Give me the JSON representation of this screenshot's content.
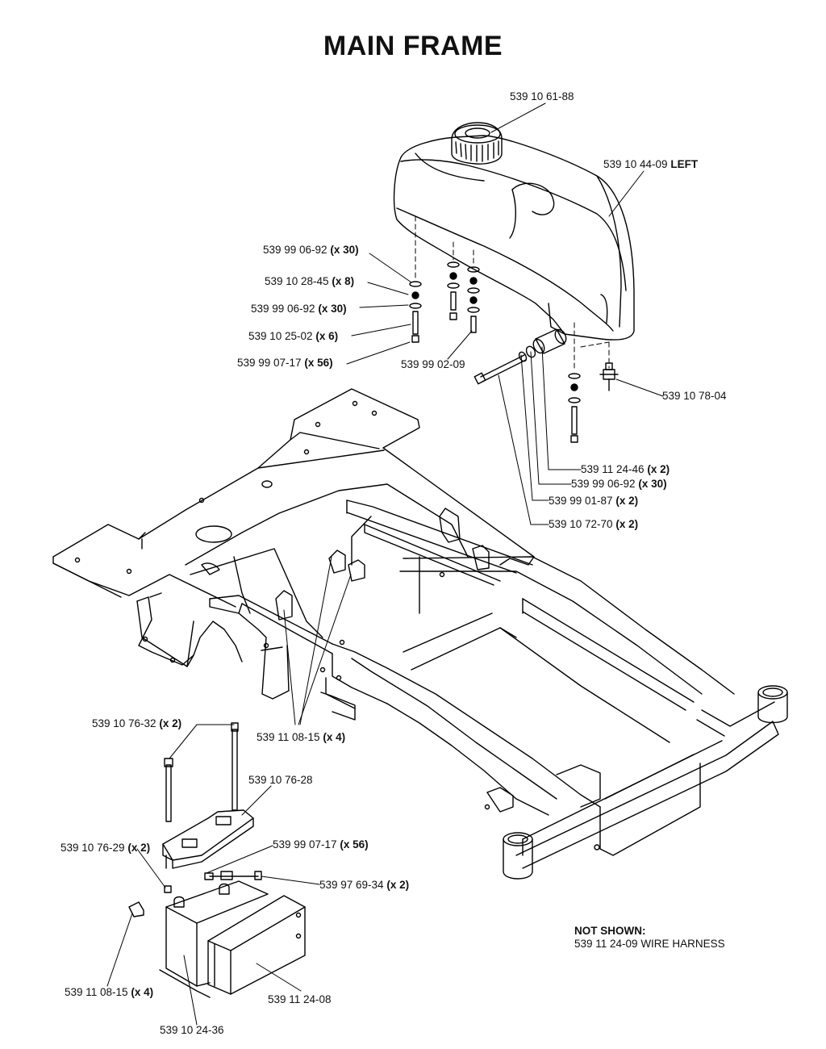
{
  "title": "MAIN FRAME",
  "callouts": [
    {
      "part": "539 10 61-88",
      "qty": ""
    },
    {
      "part": "539 10 44-09",
      "qty": "LEFT"
    },
    {
      "part": "539 99 06-92",
      "qty": "(x 30)"
    },
    {
      "part": "539 10 28-45",
      "qty": "(x 8)"
    },
    {
      "part": "539 99 06-92",
      "qty": "(x 30)"
    },
    {
      "part": "539 10 25-02",
      "qty": "(x 6)"
    },
    {
      "part": "539 99 07-17",
      "qty": "(x 56)"
    },
    {
      "part": "539 99 02-09",
      "qty": ""
    },
    {
      "part": "539 10 78-04",
      "qty": ""
    },
    {
      "part": "539 11 24-46",
      "qty": "(x 2)"
    },
    {
      "part": "539 99 06-92",
      "qty": "(x 30)"
    },
    {
      "part": "539 99 01-87",
      "qty": "(x 2)"
    },
    {
      "part": "539 10 72-70",
      "qty": "(x 2)"
    },
    {
      "part": "539 10 76-32",
      "qty": "(x 2)"
    },
    {
      "part": "539 11 08-15",
      "qty": "(x 4)"
    },
    {
      "part": "539 10 76-28",
      "qty": ""
    },
    {
      "part": "539 10 76-29",
      "qty": "(x 2)"
    },
    {
      "part": "539 99 07-17",
      "qty": "(x 56)"
    },
    {
      "part": "539 97 69-34",
      "qty": "(x 2)"
    },
    {
      "part": "539 11 08-15",
      "qty": "(x 4)"
    },
    {
      "part": "539 11 24-08",
      "qty": ""
    },
    {
      "part": "539 10 24-36",
      "qty": ""
    }
  ],
  "not_shown": {
    "heading": "NOT SHOWN:",
    "items": [
      "539 11 24-09  WIRE HARNESS"
    ]
  }
}
